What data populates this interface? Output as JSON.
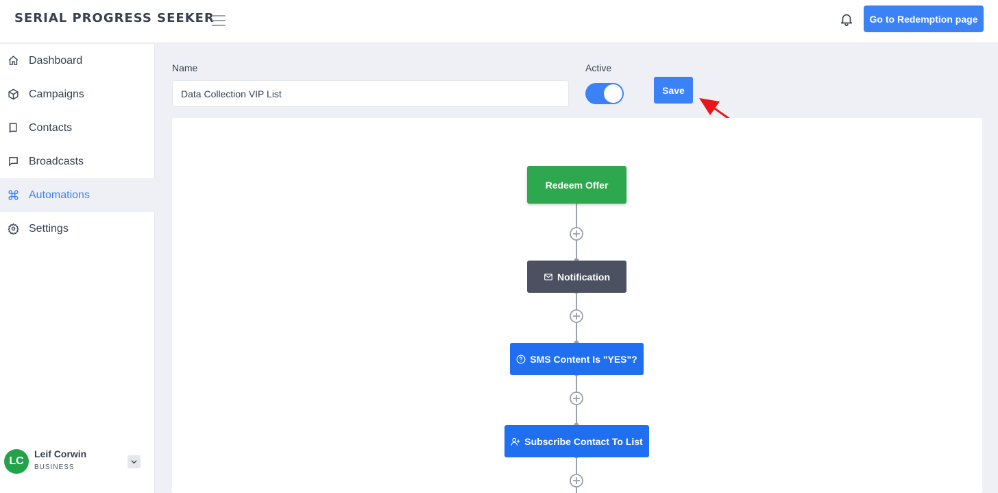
{
  "header": {
    "brand": "SERIAL PROGRESS SEEKER",
    "redemption_button": "Go to Redemption page",
    "icons": {
      "menu": "hamburger-menu-icon",
      "notifications": "bell-icon"
    }
  },
  "sidebar": {
    "items": [
      {
        "label": "Dashboard",
        "icon": "home-icon"
      },
      {
        "label": "Campaigns",
        "icon": "cube-icon"
      },
      {
        "label": "Contacts",
        "icon": "book-icon"
      },
      {
        "label": "Broadcasts",
        "icon": "chat-bubble-icon"
      },
      {
        "label": "Automations",
        "icon": "command-icon",
        "active": true
      },
      {
        "label": "Settings",
        "icon": "gear-icon"
      }
    ],
    "user": {
      "initials": "LC",
      "name": "Leif Corwin",
      "role": "BUSINESS"
    }
  },
  "form": {
    "name_label": "Name",
    "name_value": "Data Collection VIP List",
    "active_label": "Active",
    "active": true,
    "save_label": "Save"
  },
  "flow": {
    "nodes": [
      {
        "label": "Redeem Offer",
        "type": "trigger"
      },
      {
        "label": "Notification",
        "type": "action",
        "icon": "envelope-icon"
      },
      {
        "label": "SMS Content Is \"YES\"?",
        "type": "condition",
        "icon": "question-circle-icon"
      },
      {
        "label": "Subscribe Contact To List",
        "type": "action",
        "icon": "user-plus-icon"
      }
    ]
  },
  "colors": {
    "accent": "#3b82f6",
    "trigger": "#2ea84e",
    "notification": "#4b5161",
    "condition": "#1f6ff0",
    "arrow": "#e8161b"
  }
}
